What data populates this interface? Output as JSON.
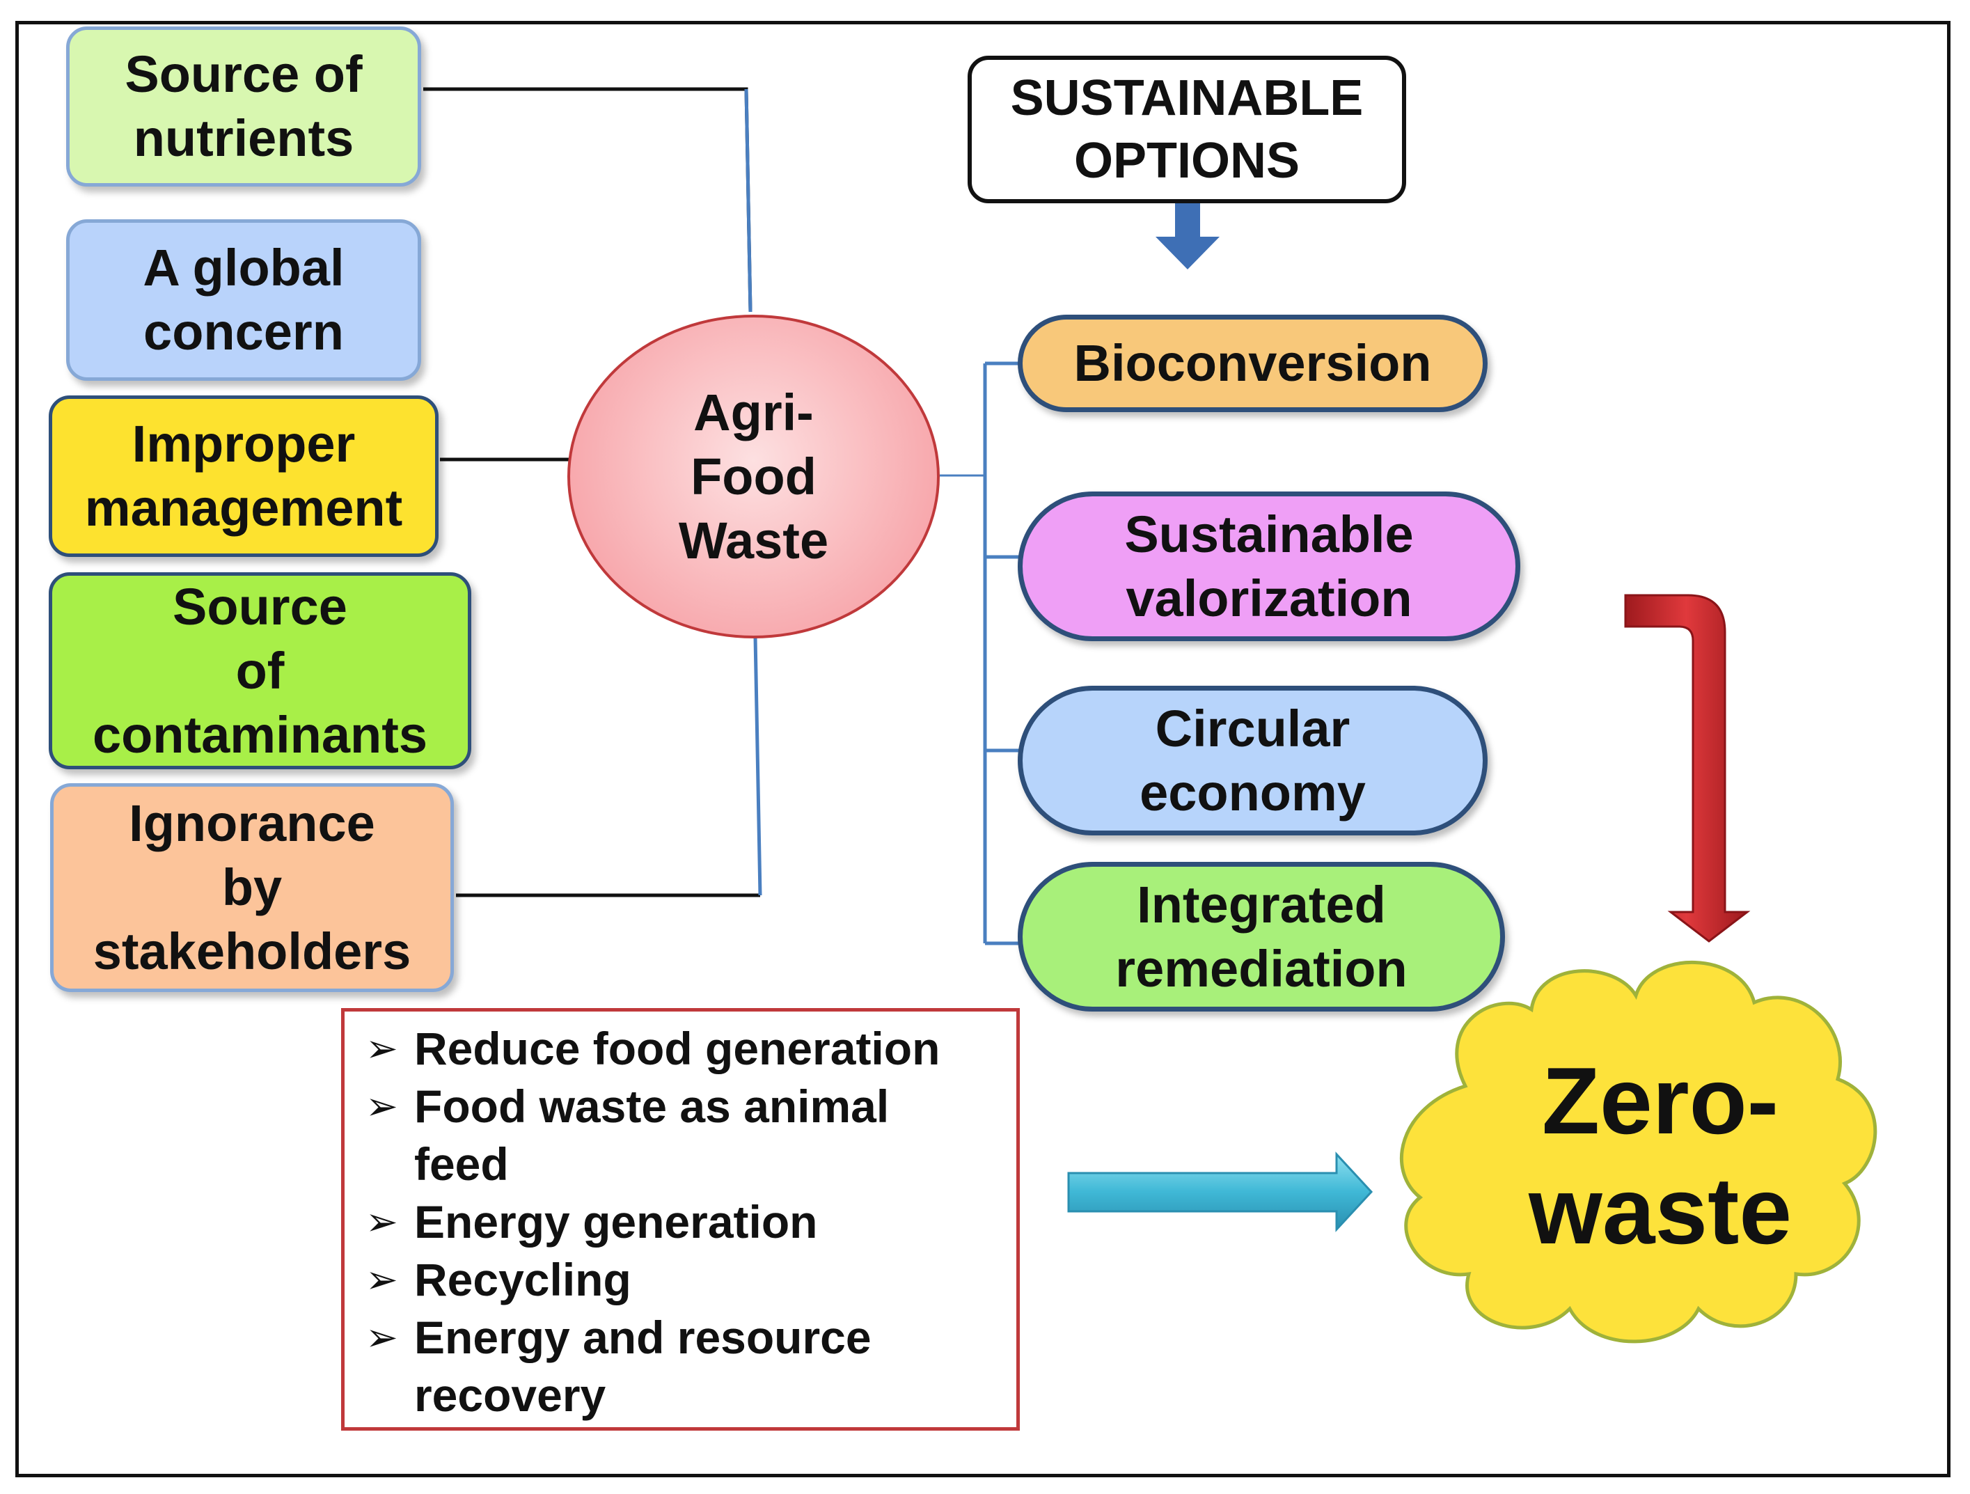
{
  "left_boxes": [
    {
      "text": "Source of\nnutrients",
      "fill": "#d8f7b0",
      "border": "#86a8d6"
    },
    {
      "text": "A global\nconcern",
      "fill": "#b9d3fb",
      "border": "#86a8d6"
    },
    {
      "text": "Improper\nmanagement",
      "fill": "#fde22f",
      "border": "#2e4f7a"
    },
    {
      "text": "Source\nof\ncontaminants",
      "fill": "#a8ef48",
      "border": "#2e4f7a"
    },
    {
      "text": "Ignorance\nby\nstakeholders",
      "fill": "#fcc49a",
      "border": "#86a8d6"
    }
  ],
  "center": {
    "text": "Agri-\nFood\nWaste",
    "fill": "#f7a3a8",
    "border": "#c0393b"
  },
  "options_header": "SUSTAINABLE\nOPTIONS",
  "options": [
    {
      "text": "Bioconversion",
      "fill": "#f8c87a"
    },
    {
      "text": "Sustainable\nvalorization",
      "fill": "#ef9ff6"
    },
    {
      "text": "Circular\neconomy",
      "fill": "#b7d4fb"
    },
    {
      "text": "Integrated\nremediation",
      "fill": "#a8f07a"
    }
  ],
  "list_items": [
    "Reduce food generation",
    "Food waste as animal\nfeed",
    "Energy generation",
    "Recycling",
    "Energy and resource\nrecovery"
  ],
  "bullet_glyph": "➢",
  "outcome": "Zero-\nwaste",
  "colors": {
    "connector_blue": "#4a7fc0",
    "connector_black": "#111111",
    "down_arrow_blue": "#3e6fb5",
    "red_arrow": "#c72b2f",
    "cyan_arrow": "#3fb8d6",
    "cloud_fill": "#fde23b",
    "cloud_border": "#9fb23a"
  }
}
